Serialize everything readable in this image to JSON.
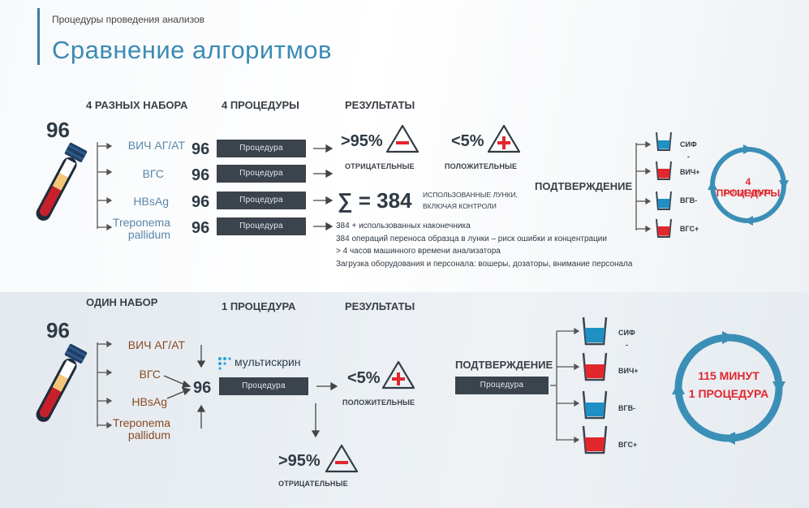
{
  "header": {
    "breadcrumb": "Процедуры проведения анализов",
    "title": "Сравнение алгоритмов"
  },
  "top": {
    "col_sets": "4 разных набора",
    "col_procedures": "4 процедуры",
    "col_results": "Результаты",
    "tube_count": "96",
    "tests": [
      "ВИЧ АГ/АТ",
      "ВГС",
      "HBsAg",
      "Treponema pallidum"
    ],
    "counts": [
      "96",
      "96",
      "96",
      "96"
    ],
    "procedure_label": "Процедура",
    "negative_value": ">95%",
    "negative_label": "отрицательные",
    "positive_value": "<5%",
    "positive_label": "положительные",
    "sum_value": "∑ = 384",
    "sum_desc_1": "использованные лунки,",
    "sum_desc_2": "включая контроли",
    "notes": [
      "384 + использованных наконечника",
      "384 операций переноса образца в лунки – риск ошибки и концентрации",
      "> 4 часов машинного времени анализатора",
      "Загрузка оборудования и персонала: вошеры, дозаторы, внимание персонала"
    ],
    "confirmation": "Подтверждение",
    "cups": [
      "СИФ",
      "-",
      "ВИЧ+",
      "ВГВ-",
      "ВГС+"
    ],
    "cycle_line1": "4 процедуры",
    "cycle_line2": "по 120 минут",
    "colors": {
      "ring": "#3b8fb7",
      "red": "#e1262d",
      "blue": "#1f8fc4"
    }
  },
  "bottom": {
    "col_set": "Один набор",
    "col_procedure": "1 процедура",
    "col_results": "Результаты",
    "tube_count": "96",
    "tests": [
      "ВИЧ АГ/АТ",
      "ВГС",
      "HBsAg",
      "Treponema pallidum"
    ],
    "count": "96",
    "brand": "мультискрин",
    "procedure_label": "Процедура",
    "positive_value": "<5%",
    "positive_label": "положительные",
    "negative_value": ">95%",
    "negative_label": "отрицательные",
    "confirmation": "Подтверждение",
    "confirmation_procedure": "Процедура",
    "cups": [
      "СИФ",
      "-",
      "ВИЧ+",
      "ВГВ-",
      "ВГС+"
    ],
    "cycle_line1": "115 минут",
    "cycle_line2": "1 процедура"
  }
}
